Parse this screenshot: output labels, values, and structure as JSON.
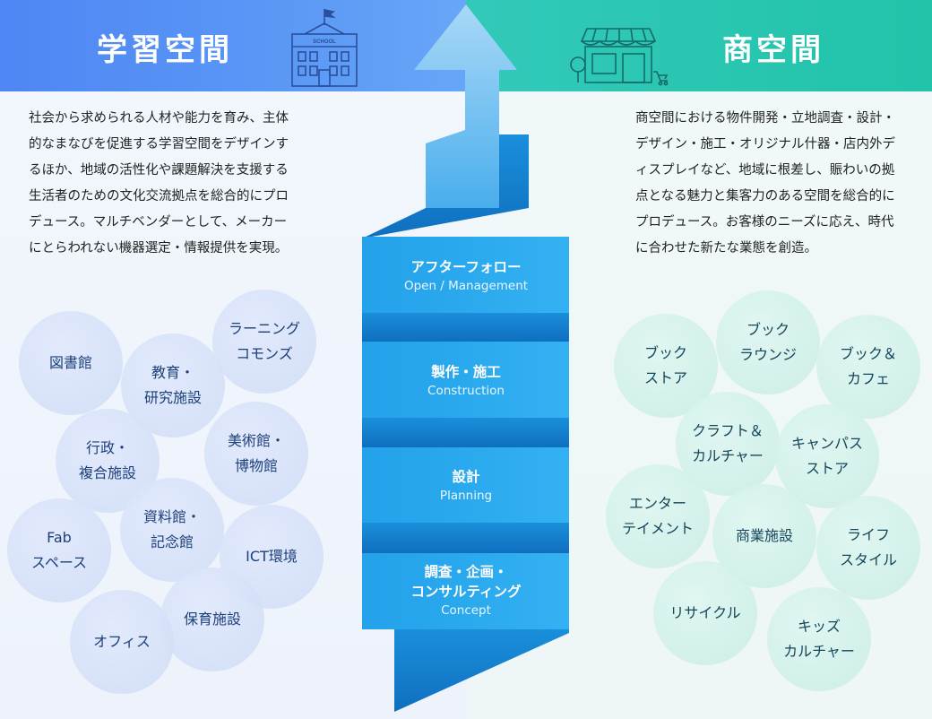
{
  "left_title": "学習空間",
  "right_title": "商空間",
  "school_sign": "SCHOOL",
  "left_description": "社会から求められる人材や能力を育み、主体的なまなびを促進する学習空間をデザインするほか、地域の活性化や課題解決を支援する生活者のための文化交流拠点を総合的にプロデュース。マルチベンダーとして、メーカーにとらわれない機器選定・情報提供を実現。",
  "right_description": "商空間における物件開発・立地調査・設計・デザイン・施工・オリジナル什器・店内外ディスプレイなど、地域に根差し、賑わいの拠点となる魅力と集客力のある空間を総合的にプロデュース。お客様のニーズに応え、時代に合わせた新たな業態を創造。",
  "left_bubbles": [
    "図書館",
    "教育・\n研究施設",
    "ラーニング\nコモンズ",
    "行政・\n複合施設",
    "美術館・\n博物館",
    "資料館・\n記念館",
    "Fab\nスペース",
    "ICT環境",
    "保育施設",
    "オフィス"
  ],
  "right_bubbles": [
    "ブック\nストア",
    "ブック\nラウンジ",
    "ブック＆\nカフェ",
    "クラフト＆\nカルチャー",
    "キャンパス\nストア",
    "エンター\nテイメント",
    "商業施設",
    "ライフ\nスタイル",
    "リサイクル",
    "キッズ\nカルチャー"
  ],
  "steps": [
    {
      "jp": "アフターフォロー",
      "en": "Open / Management"
    },
    {
      "jp": "製作・施工",
      "en": "Construction"
    },
    {
      "jp": "設計",
      "en": "Planning"
    },
    {
      "jp": "調査・企画・\nコンサルティング",
      "en": "Concept"
    }
  ],
  "icons": {
    "left": "school-building-icon",
    "right": "storefront-icon",
    "arrow": "up-arrow-icon"
  },
  "colors": {
    "left_header": "#4e86f3",
    "right_header": "#21c3a9",
    "ribbon": "#2aa6ec",
    "ribbon_dark": "#1377c7"
  }
}
